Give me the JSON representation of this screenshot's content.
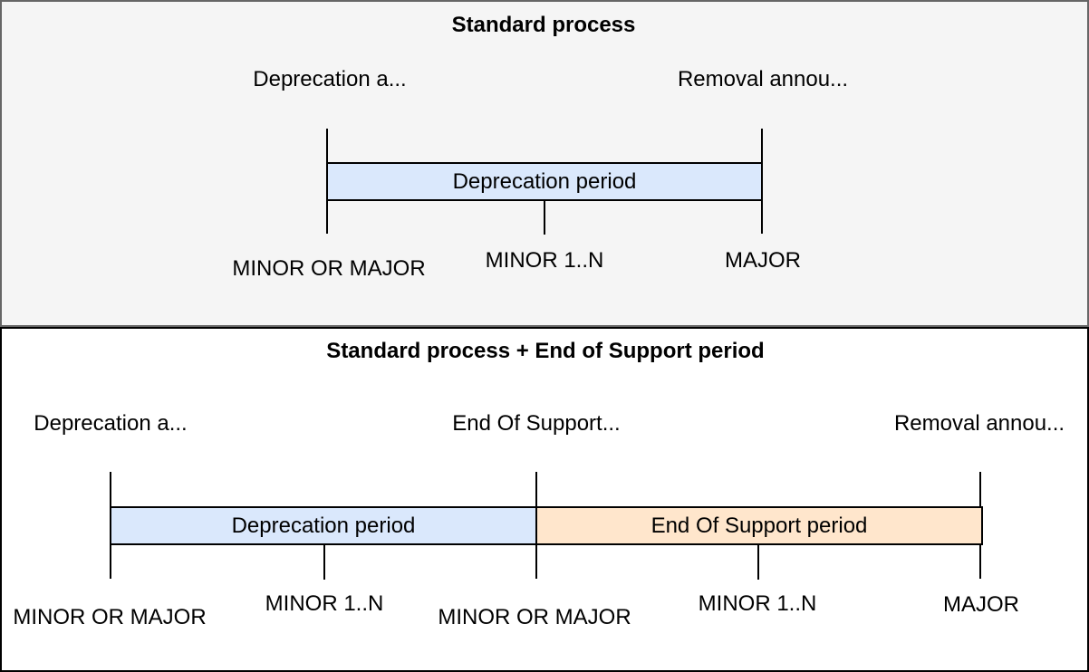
{
  "diagram": {
    "colors": {
      "deprecation_bar": "#dae8fc",
      "end_of_support_bar": "#ffe6cc",
      "top_panel_background": "#f5f5f5",
      "top_panel_border": "#666666",
      "bottom_panel_border": "#000000",
      "line_color": "#000000"
    },
    "panels": [
      {
        "title": "Standard process",
        "annotations": [
          "Deprecation a...",
          "Removal annou..."
        ],
        "bars": [
          {
            "label": "Deprecation period",
            "color": "#dae8fc"
          }
        ],
        "tick_labels": [
          "MINOR OR MAJOR",
          "MINOR 1..N",
          "MAJOR"
        ]
      },
      {
        "title": "Standard process + End of Support period",
        "annotations": [
          "Deprecation a...",
          "End Of Support...",
          "Removal annou..."
        ],
        "bars": [
          {
            "label": "Deprecation period",
            "color": "#dae8fc"
          },
          {
            "label": "End Of Support period",
            "color": "#ffe6cc"
          }
        ],
        "tick_labels": [
          "MINOR OR MAJOR",
          "MINOR 1..N",
          "MINOR OR MAJOR",
          "MINOR 1..N",
          "MAJOR"
        ]
      }
    ]
  }
}
